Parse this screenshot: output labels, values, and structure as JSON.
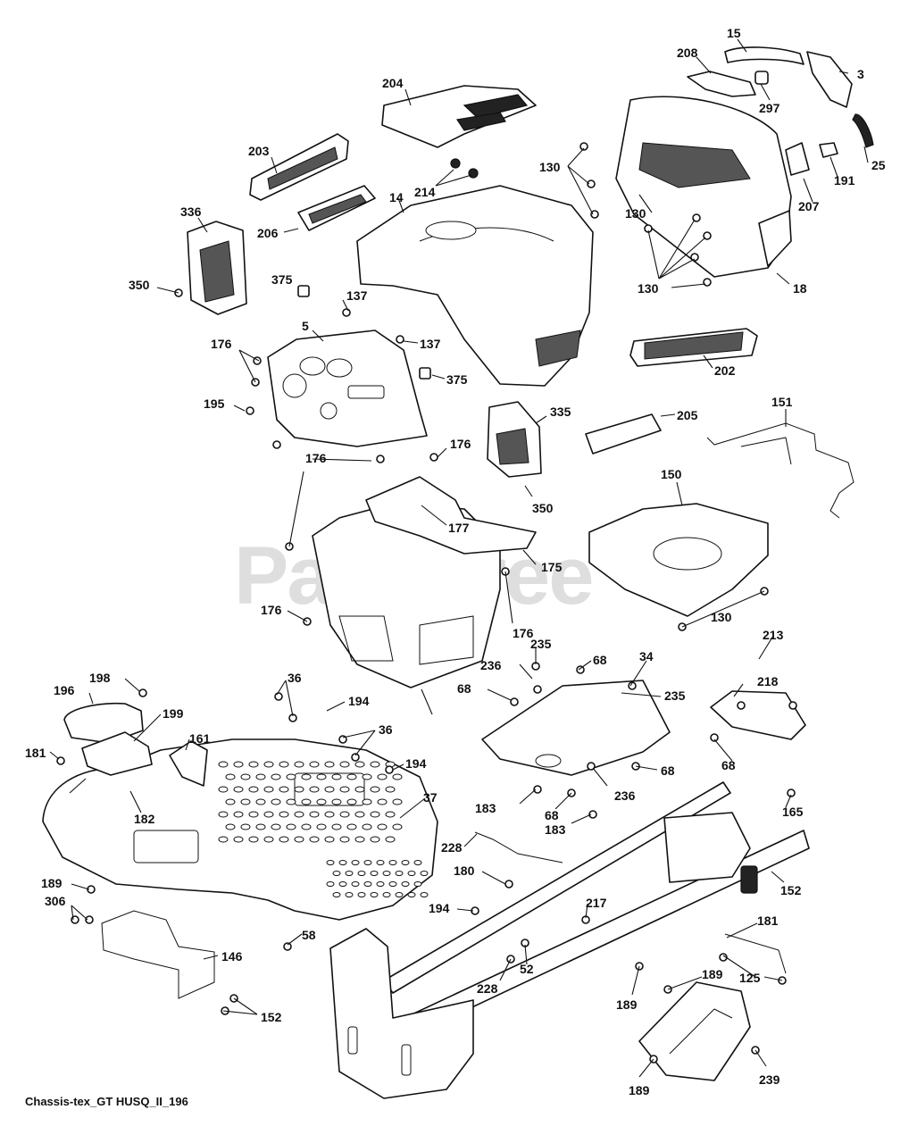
{
  "watermark": "PartsTree",
  "caption": "Chassis-tex_GT HUSQ_II_196",
  "callouts": [
    "15",
    "208",
    "3",
    "297",
    "204",
    "130",
    "25",
    "191",
    "203",
    "214",
    "207",
    "14",
    "130",
    "336",
    "206",
    "130",
    "18",
    "350",
    "375",
    "137",
    "5",
    "137",
    "176",
    "375",
    "202",
    "195",
    "335",
    "205",
    "151",
    "176",
    "176",
    "350",
    "150",
    "177",
    "175",
    "130",
    "176",
    "176",
    "235",
    "213",
    "68",
    "34",
    "198",
    "36",
    "236",
    "235",
    "218",
    "196",
    "194",
    "68",
    "199",
    "36",
    "181",
    "161",
    "194",
    "68",
    "37",
    "68",
    "183",
    "236",
    "68",
    "183",
    "165",
    "228",
    "180",
    "152",
    "189",
    "306",
    "194",
    "217",
    "181",
    "58",
    "146",
    "52",
    "125",
    "228",
    "189",
    "189",
    "152",
    "189",
    "239",
    "182"
  ]
}
